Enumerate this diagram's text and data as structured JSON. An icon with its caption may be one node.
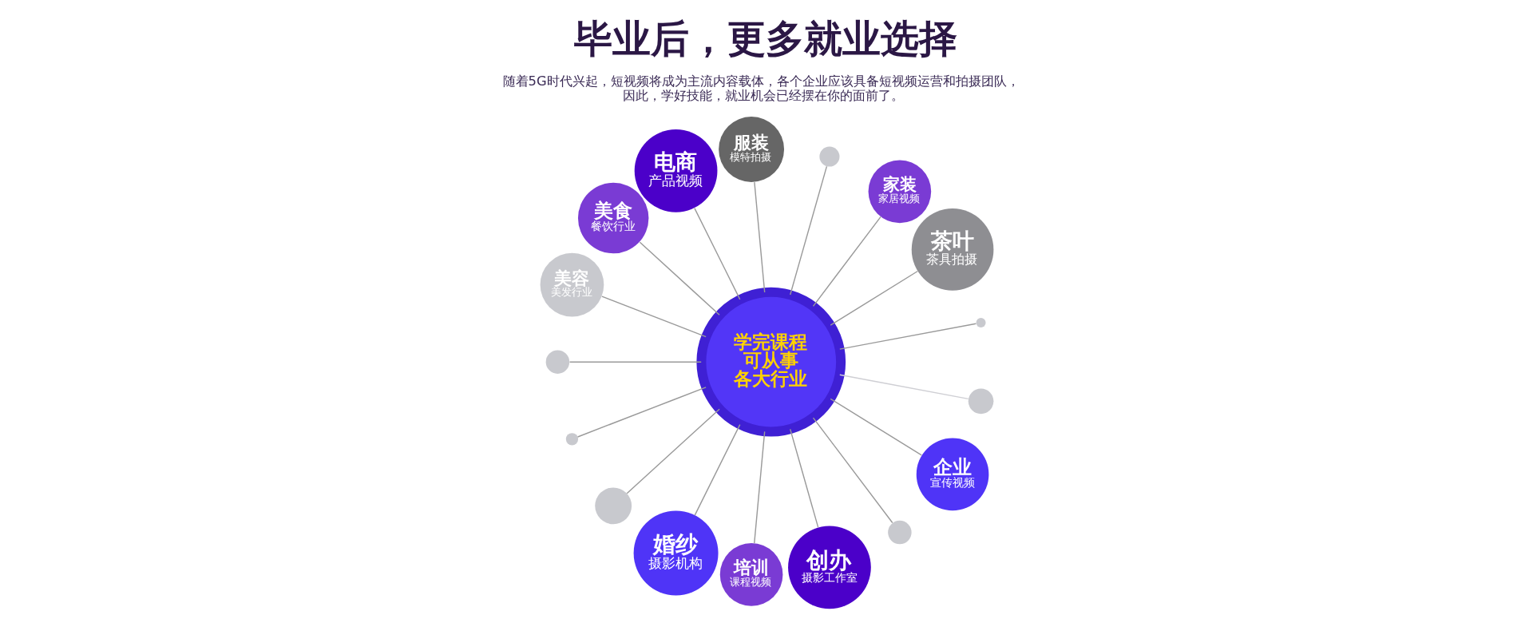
{
  "diagram": {
    "title": "毕业后，更多就业选择",
    "caption": "随着5G时代兴起，短视频将成为主流内容载体，各个企业应该具备短视频运营和拍摄团队，因此，学好技能，就业机会已经摆在你的面前了。",
    "nodes": [
      {
        "text": [
          "学完课程可从事各大行业"
        ]
      },
      {
        "text": [],
        "shape": "circle"
      },
      {
        "text": [
          "服装",
          "模特拍摄"
        ]
      },
      {
        "text": [
          "电商",
          "产品视频"
        ]
      },
      {
        "text": [
          "茶叶",
          "茶具拍摄"
        ]
      },
      {
        "text": [
          "美食",
          "餐饮行业"
        ]
      },
      {
        "text": [
          "家装",
          "家居视频"
        ]
      },
      {
        "text": [],
        "shape": "circle"
      },
      {
        "text": [
          "美容",
          "美发行业"
        ]
      },
      {
        "text": [],
        "shape": "circle"
      },
      {
        "text": [],
        "shape": "circle"
      },
      {
        "text": [
          "企业",
          "宣传视频"
        ]
      },
      {
        "text": [],
        "shape": "circle"
      },
      {
        "text": [
          "婚纱",
          "摄影机构"
        ]
      },
      {
        "text": [],
        "shape": "circle"
      },
      {
        "text": [],
        "shape": "circle"
      },
      {
        "text": [
          "创办",
          "摄影工作室"
        ]
      },
      {
        "text": [
          "培训",
          "课程视频"
        ]
      }
    ],
    "edges": [
      {
        "from": 0,
        "to": 1,
        "arrow": "none"
      },
      {
        "from": 0,
        "to": 2,
        "arrow": "none"
      },
      {
        "from": 0,
        "to": 3,
        "arrow": "none"
      },
      {
        "from": 0,
        "to": 4,
        "arrow": "none"
      },
      {
        "from": 0,
        "to": 5,
        "arrow": "none"
      },
      {
        "from": 0,
        "to": 6,
        "arrow": "none"
      },
      {
        "from": 0,
        "to": 7,
        "arrow": "none",
        "color": "#cfcfd4"
      },
      {
        "from": 0,
        "to": 8,
        "arrow": "none"
      },
      {
        "from": 0,
        "to": 9,
        "arrow": "none"
      },
      {
        "from": 0,
        "to": 10,
        "arrow": "none"
      },
      {
        "from": 0,
        "to": 11,
        "arrow": "none"
      },
      {
        "from": 0,
        "to": 12,
        "arrow": "none"
      },
      {
        "from": 0,
        "to": 13,
        "arrow": "none"
      },
      {
        "from": 0,
        "to": 14,
        "arrow": "none"
      },
      {
        "from": 0,
        "to": 15,
        "arrow": "none"
      },
      {
        "from": 0,
        "to": 16,
        "arrow": "none"
      },
      {
        "from": 0,
        "to": 17,
        "arrow": "none"
      }
    ]
  }
}
